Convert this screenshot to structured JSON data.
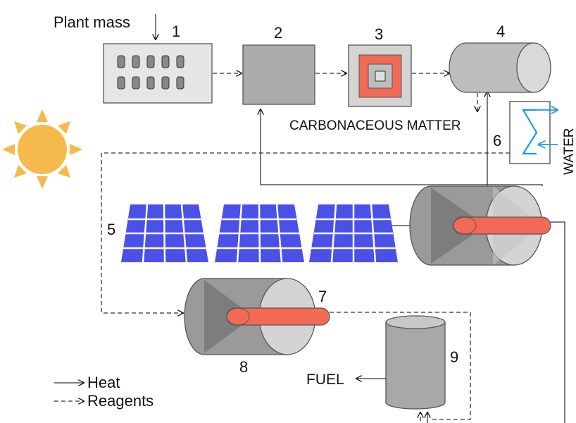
{
  "labels": {
    "plant_mass": "Plant mass",
    "n1": "1",
    "n2": "2",
    "n3": "3",
    "n4": "4",
    "n5": "5",
    "n6": "6",
    "n7": "7",
    "n8": "8",
    "n9": "9",
    "carbonaceous": "CARBONACEOUS MATTER",
    "water": "WATER",
    "fuel": "FUEL"
  },
  "legend": {
    "heat": "Heat",
    "reagents": "Reagents"
  },
  "colors": {
    "panel_blue": "#4b50e6",
    "receiver_red": "#f26a55",
    "gray_box": "#ababab",
    "sun": "#f6b94c",
    "water_blue": "#1a9be0"
  }
}
